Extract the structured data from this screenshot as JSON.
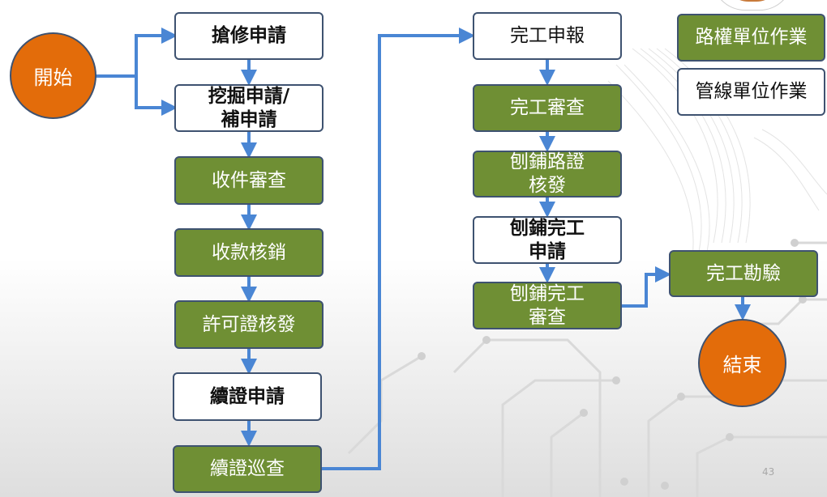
{
  "colors": {
    "arrow": "#4a86d4",
    "box_border": "#3e5270",
    "green": "#6f8f34",
    "orange": "#e36c0a"
  },
  "nodes": {
    "start": "開始",
    "repair": "搶修申請",
    "excavate": "挖掘申請/\n補申請",
    "receive": "收件審查",
    "payment": "收款核銷",
    "permit": "許可證核發",
    "renew_apply": "續證申請",
    "renew_inspect": "續證巡查",
    "report": "完工申報",
    "review": "完工審查",
    "pave_permit": "刨鋪路證\n核發",
    "pave_apply": "刨鋪完工\n申請",
    "pave_review": "刨鋪完工\n審查",
    "inspection": "完工勘驗",
    "end": "結束"
  },
  "legend": {
    "road_authority": "路權單位作業",
    "pipeline_unit": "管線單位作業"
  },
  "page_number": "43"
}
